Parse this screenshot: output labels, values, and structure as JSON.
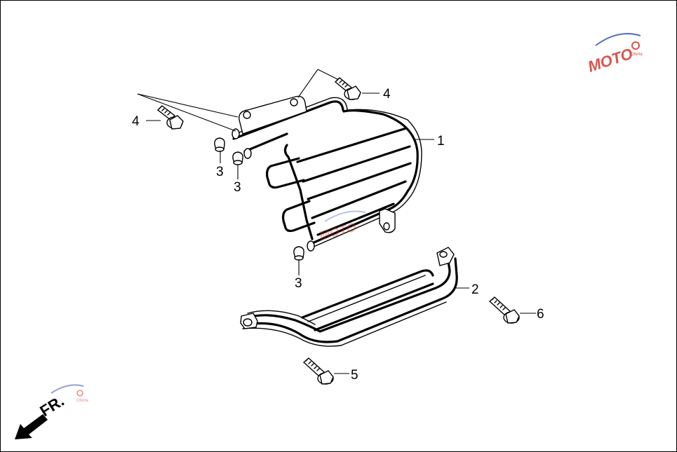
{
  "diagram": {
    "callouts": {
      "part1": "1",
      "part2": "2",
      "part3a": "3",
      "part3b": "3",
      "part3c": "3",
      "part4a": "4",
      "part4b": "4",
      "part5": "5",
      "part6": "6"
    },
    "direction_label": "FR.",
    "watermark": {
      "text": "MOTO",
      "sub": "Oferta",
      "colors": {
        "red": "#d9332b",
        "blue": "#3a55b8"
      }
    },
    "colors": {
      "line": "#000000",
      "background": "#ffffff"
    }
  }
}
